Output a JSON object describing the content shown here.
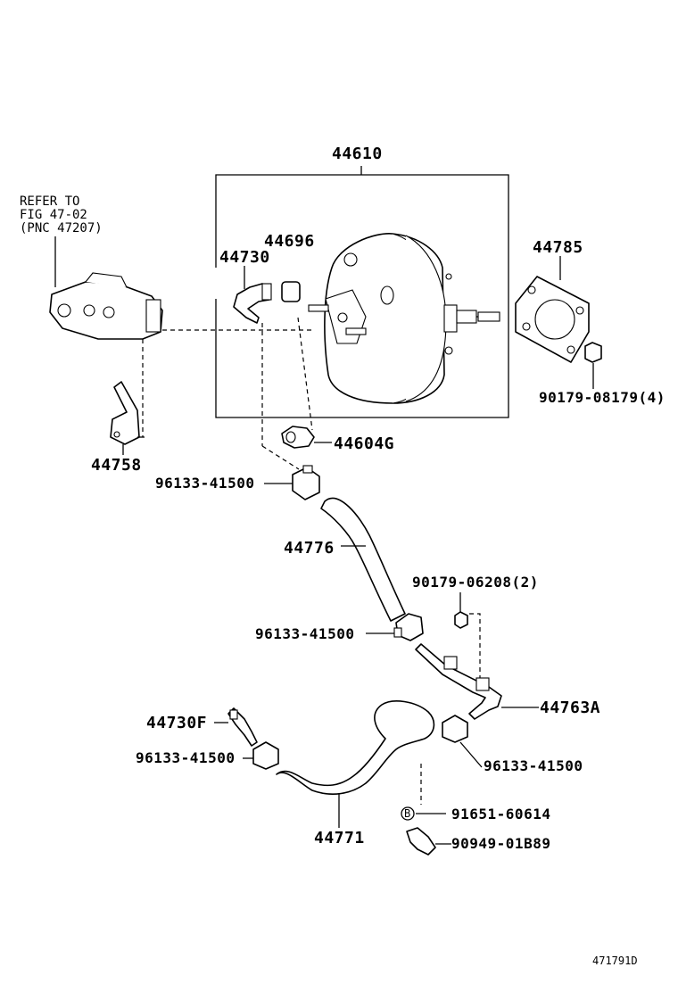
{
  "diagram": {
    "refer_note": [
      "REFER TO",
      "FIG 47-02",
      "(PNC 47207)"
    ],
    "labels": {
      "booster_assy": "44610",
      "check_valve_grommet": "44696",
      "check_valve": "44730",
      "gasket": "44785",
      "nut_4": "90179-08179(4)",
      "union_grommet": "44604G",
      "bracket": "44758",
      "clip_1": "96133-41500",
      "hose_upper": "44776",
      "nut_2": "90179-06208(2)",
      "clip_2": "96133-41500",
      "pipe": "44763A",
      "valve_f": "44730F",
      "clip_3": "96133-41500",
      "clip_4": "96133-41500",
      "marker_b": "B",
      "clamp_b": "91651-60614",
      "hose_lower": "44771",
      "retainer": "90949-01B89",
      "figure_id": "471791D"
    }
  }
}
